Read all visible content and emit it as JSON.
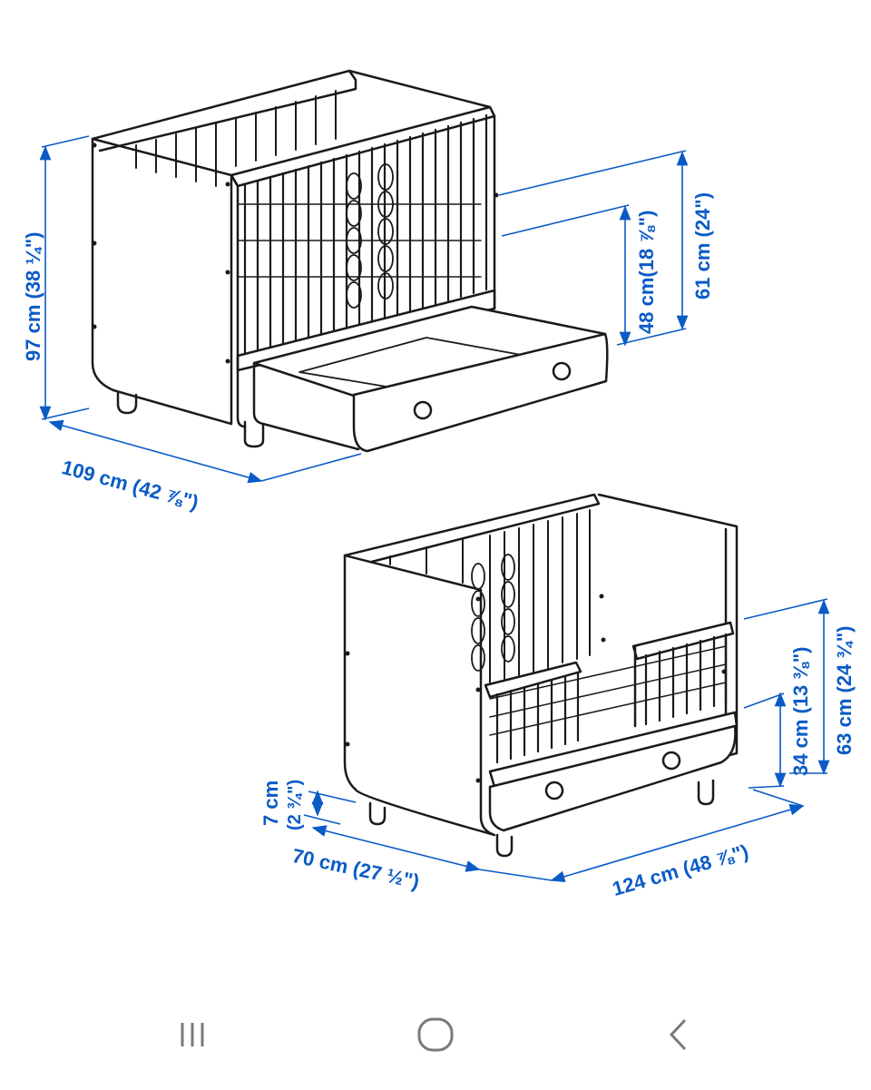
{
  "crib": {
    "height": "97 cm (38 ¼\")",
    "width": "109 cm (42 ⅞\")",
    "rail_high": "61 cm (24\")",
    "rail_low": "48 cm(18 ⅞\")"
  },
  "bed": {
    "leg": "7 cm",
    "leg_in": "(2 ¾\")",
    "depth": "70 cm (27 ½\")",
    "length": "124 cm (48 ⅞\")",
    "side_low": "34 cm (13 ⅜\")",
    "side_high": "63 cm (24 ¾\")"
  },
  "colors": {
    "dimension": "#0a5bc7",
    "line": "#1a1a1a"
  },
  "navbar": {
    "recents_icon": "recents-icon",
    "home_icon": "home-icon",
    "back_icon": "back-icon"
  }
}
